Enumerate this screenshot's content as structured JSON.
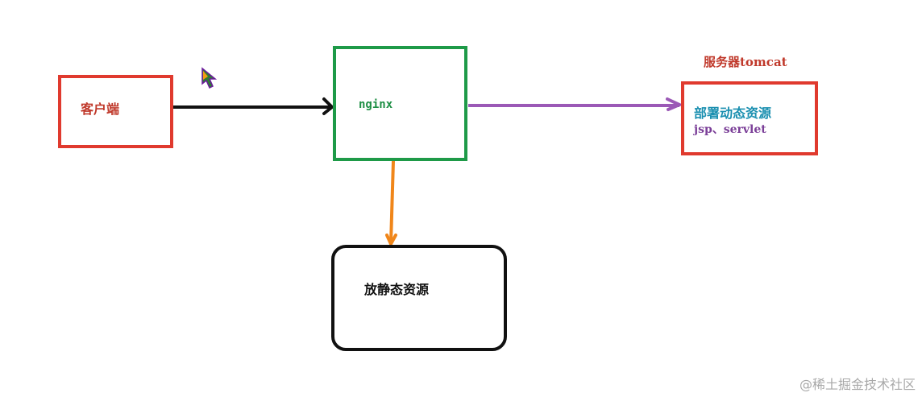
{
  "diagram": {
    "nodes": {
      "client": {
        "label": "客户端"
      },
      "nginx": {
        "label": "nginx"
      },
      "tomcat": {
        "title": "服务器tomcat",
        "line1": "部署动态资源",
        "line2": "jsp、servlet"
      },
      "static": {
        "label": "放静态资源"
      }
    },
    "edges": [
      {
        "from": "client",
        "to": "nginx",
        "color": "#111111"
      },
      {
        "from": "nginx",
        "to": "tomcat",
        "color": "#9b59b6"
      },
      {
        "from": "nginx",
        "to": "static",
        "color": "#f0861a"
      }
    ],
    "colors": {
      "client_border": "#e03a2e",
      "nginx_border": "#1e9a48",
      "tomcat_border": "#e03a2e",
      "static_border": "#111111"
    }
  },
  "watermark": "@稀土掘金技术社区",
  "cursor": {
    "icon": "mouse-pointer-icon"
  }
}
